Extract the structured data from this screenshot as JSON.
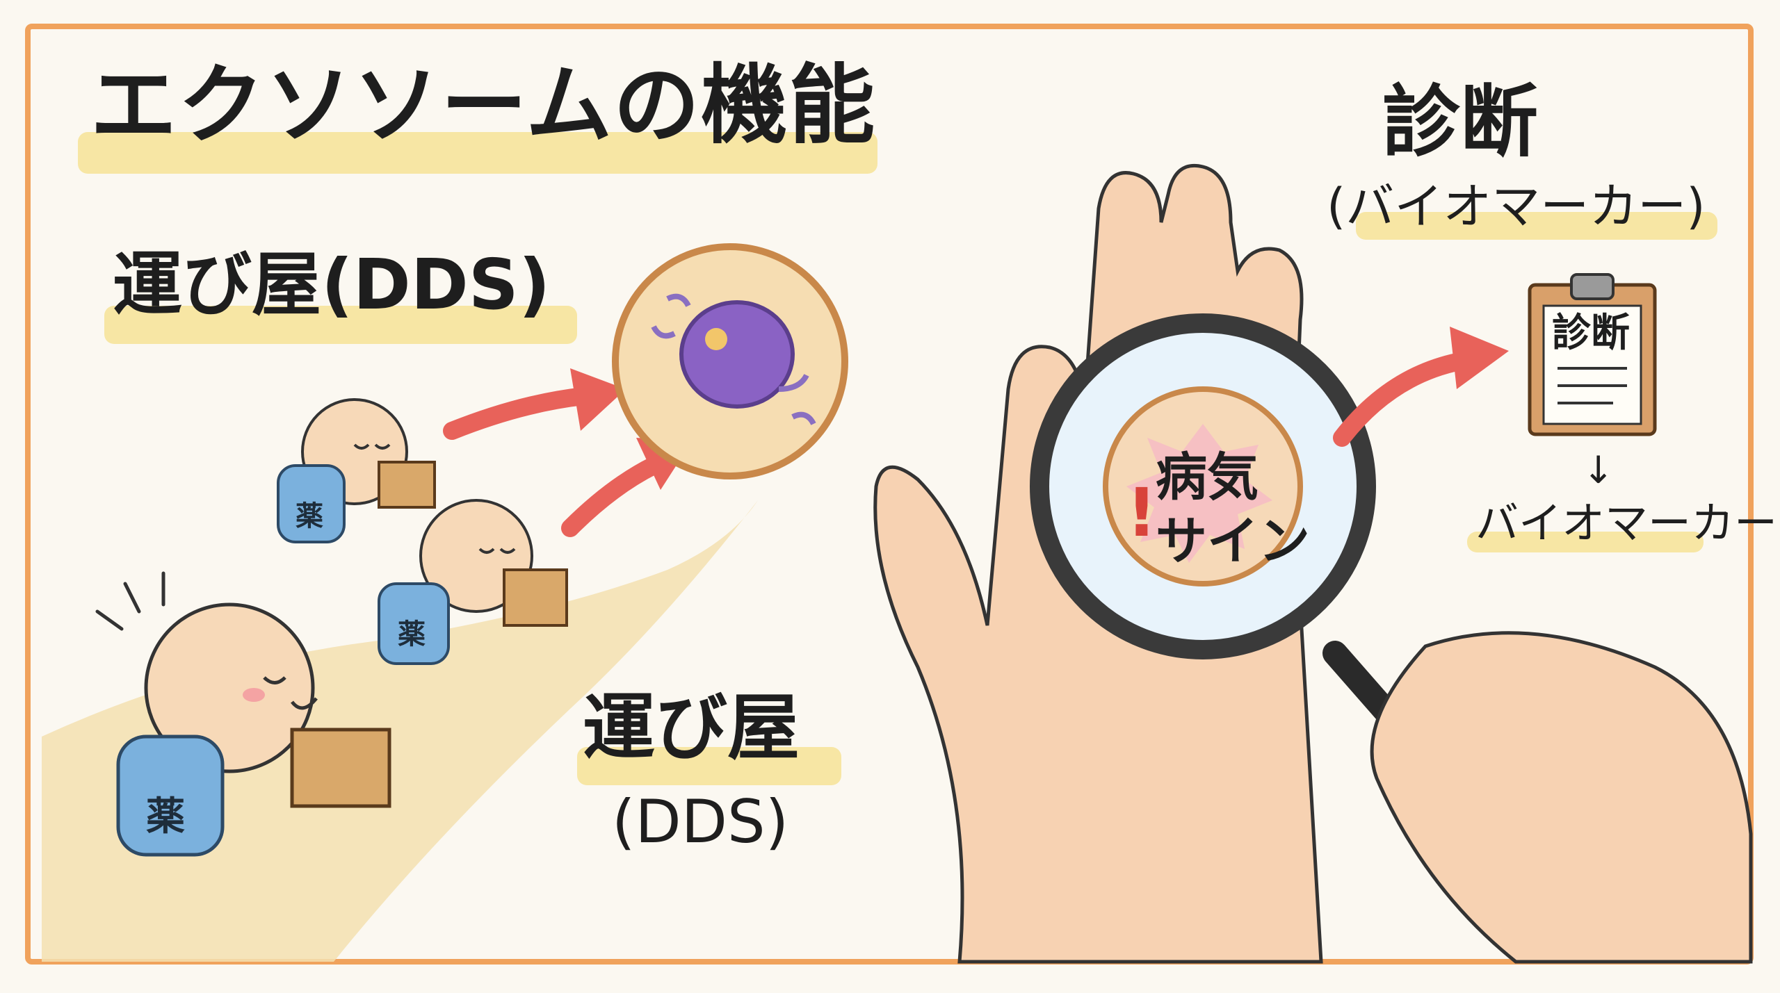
{
  "title": "エクソソームの機能",
  "carrier": {
    "heading": "運び屋(DDS)",
    "label_main": "運び屋",
    "label_sub": "(DDS)",
    "bag_label": "薬"
  },
  "diagnosis": {
    "heading": "診断",
    "subheading": "(バイオマーカー)",
    "clipboard_title": "診断",
    "arrow_down": "↓",
    "biomarker_label": "バイオマーカー",
    "magnifier_exclaim": "!",
    "magnifier_line1": "病気",
    "magnifier_line2": "サイン"
  },
  "colors": {
    "border": "#f0a25c",
    "highlight": "#f6e08a",
    "arrow": "#e8625a",
    "cell_nucleus": "#8a62c4",
    "bag": "#6fa5d6",
    "box": "#d9a86a",
    "skin": "#f7d2b2"
  },
  "icons": {
    "cell": "cell-icon",
    "magnifier": "magnifying-glass-icon",
    "clipboard": "clipboard-icon",
    "hand": "hand-icon"
  }
}
